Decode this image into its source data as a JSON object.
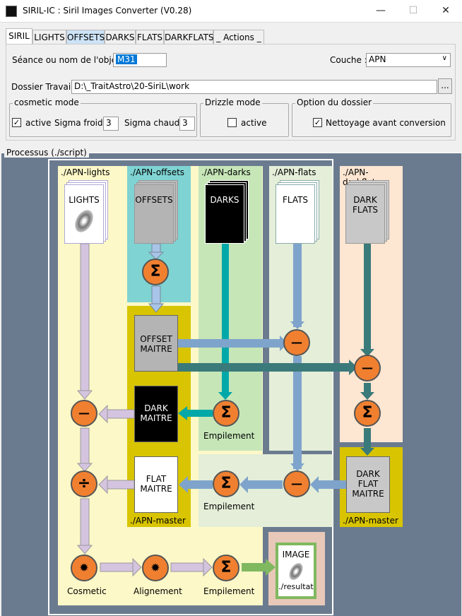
{
  "window": {
    "title": "SIRIL-IC : Siril Images Converter (V0.28)",
    "minimize": "—",
    "maximize": "☐",
    "close": "✕"
  },
  "tabs": [
    "SIRIL",
    "LIGHTS",
    "OFFSETS",
    "DARKS",
    "FLATS",
    "DARKFLATS",
    "_ Actions _"
  ],
  "form": {
    "object_label": "Séance ou nom de l'objet:",
    "object_value": "M31",
    "layer_label": "Couche :",
    "layer_value": "APN",
    "workdir_label": "Dossier Travail :",
    "workdir_value": "D:\\_TraitAstro\\20-SiriL\\work",
    "browse_label": "...",
    "cosmetic_title": "cosmetic mode",
    "cosmetic_active": "active",
    "sigma_cold_label": "Sigma froid:",
    "sigma_cold_value": "3",
    "sigma_hot_label": "Sigma chaud:",
    "sigma_hot_value": "3",
    "drizzle_title": "Drizzle mode",
    "drizzle_active": "active",
    "folder_title": "Option du dossier",
    "folder_clean": "Nettoyage avant conversion"
  },
  "process": {
    "title": "Processus (./script)",
    "cols": {
      "lights": "./APN-lights",
      "offsets": "./APN-offsets",
      "darks": "./APN-darks",
      "flats": "./APN-flats",
      "darkflats": "./APN-darkflats"
    },
    "stacks": {
      "lights": "LIGHTS",
      "offsets": "OFFSETS",
      "darks": "DARKS",
      "flats": "FLATS",
      "darkflats": "DARK FLATS"
    },
    "masters": {
      "offset": "OFFSET MAITRE",
      "dark": "DARK MAITRE",
      "flat": "FLAT MAITRE",
      "darkflat": "DARK FLAT MAITRE"
    },
    "master_folder": "./APN-master",
    "master_folder2": "./APN-master",
    "captions": {
      "stack1": "Empilement",
      "stack2": "Empilement",
      "stack3": "Empilement",
      "cosmetic": "Cosmetic",
      "align": "Alignement"
    },
    "result_image": "IMAGE",
    "result_folder": "./resultat",
    "symbols": {
      "sum": "Σ",
      "minus": "—",
      "divide": "÷",
      "gear": "✹"
    }
  },
  "colors": {
    "lights": "#fdf8c8",
    "offsets": "#7fd3d3",
    "darks": "#c6e6b8",
    "flats": "#e4eed8",
    "darkflats": "#fde6d2",
    "master": "#d8c400",
    "operator": "#f08030"
  }
}
